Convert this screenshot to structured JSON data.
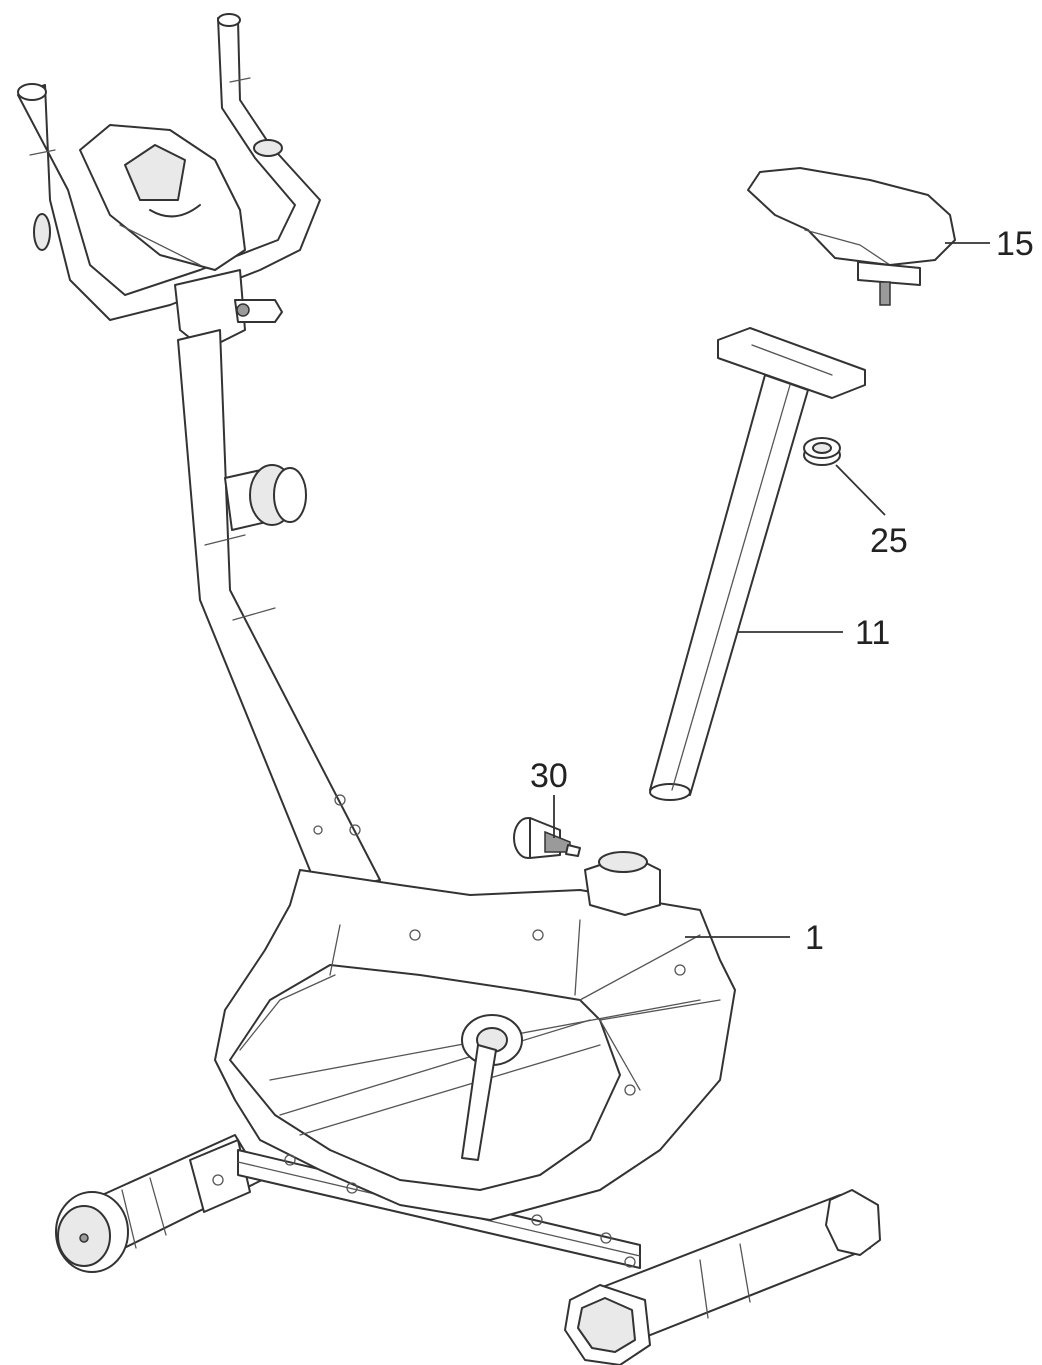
{
  "colors": {
    "line": "#333333",
    "label": "#222222",
    "background": "#ffffff"
  },
  "parts": [
    {
      "id": "15",
      "label": "15",
      "name": "saddle"
    },
    {
      "id": "25",
      "label": "25",
      "name": "seat-post-knob"
    },
    {
      "id": "11",
      "label": "11",
      "name": "seat-post"
    },
    {
      "id": "30",
      "label": "30",
      "name": "adjustment-knob"
    },
    {
      "id": "1",
      "label": "1",
      "name": "main-frame"
    }
  ]
}
